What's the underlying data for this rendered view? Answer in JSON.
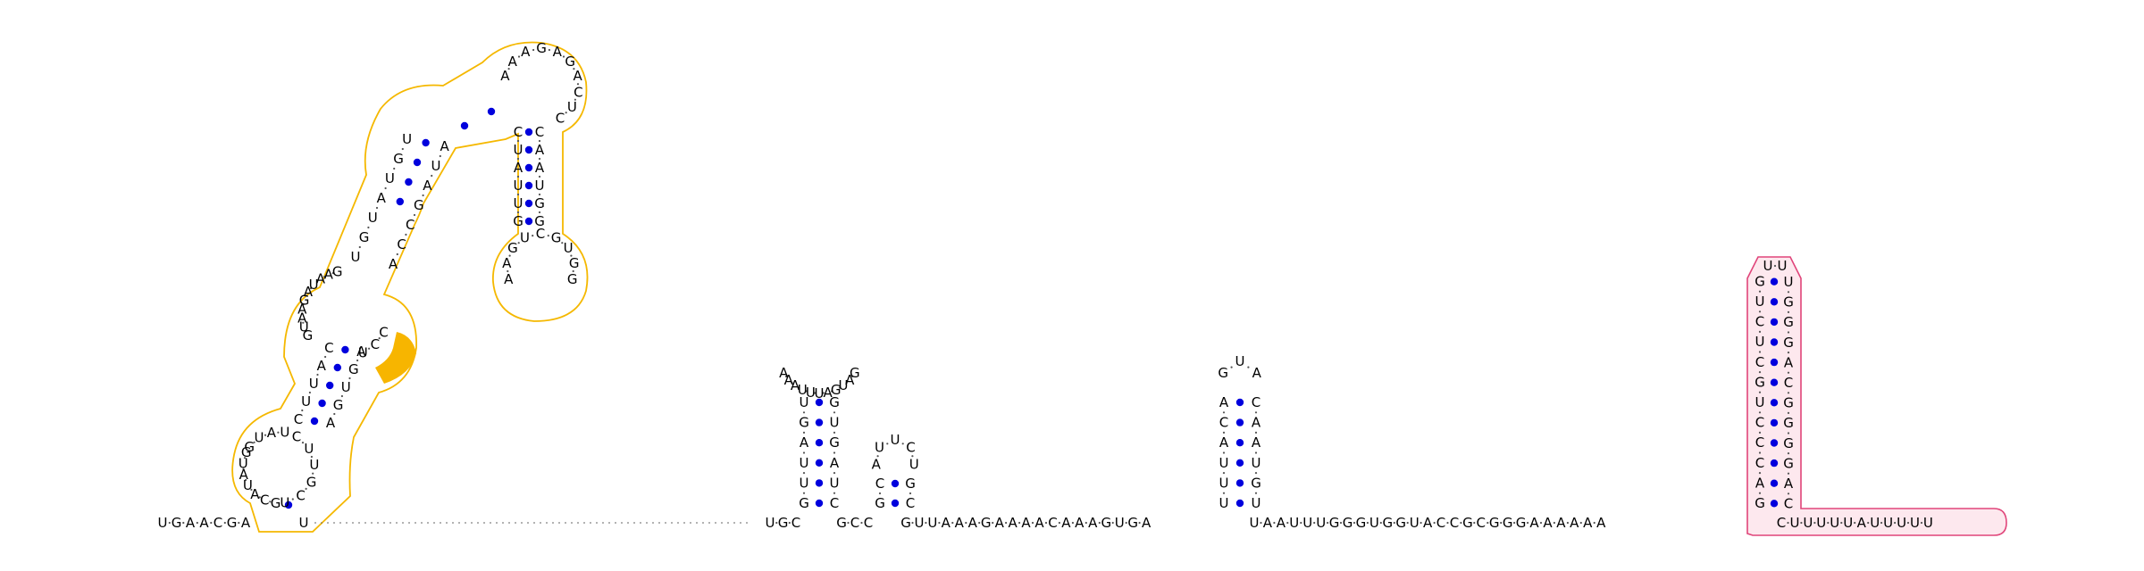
{
  "colors": {
    "highlight_outline": "#f5b800",
    "highlight_fill": "#f7b500",
    "pink_outline": "#e0457a",
    "pink_fill": "#fde8ee",
    "base_pair_dot": "#0000dd",
    "letter": "#000000"
  },
  "baseline": {
    "five_prime": [
      "U",
      "G",
      "A",
      "A",
      "C",
      "G",
      "A"
    ],
    "after_domain1": [
      "U"
    ],
    "before_hairpin1": [
      "U",
      "G",
      "C"
    ],
    "between_hairpins_1_2": [
      "G",
      "C",
      "C"
    ],
    "between_hairpins_2_3": [
      "G",
      "U",
      "U",
      "A",
      "A",
      "A",
      "G",
      "A",
      "A",
      "A",
      "A",
      "C",
      "A",
      "A",
      "A",
      "G",
      "U",
      "G",
      "A"
    ],
    "between_hairpins_3_4": [
      "U",
      "A",
      "A",
      "U",
      "U",
      "U",
      "G",
      "G",
      "G",
      "U",
      "G",
      "G",
      "U",
      "A",
      "C",
      "C",
      "G",
      "C",
      "G",
      "G",
      "G",
      "A",
      "A",
      "A",
      "A",
      "A",
      "A"
    ],
    "three_prime": [
      "C",
      "U",
      "U",
      "U",
      "U",
      "U",
      "A",
      "U",
      "U",
      "U",
      "U",
      "U"
    ]
  },
  "domain1": {
    "hairpin_a": {
      "left": [
        "G",
        "C",
        "A",
        "U",
        "A",
        "U",
        "G"
      ],
      "loop": [
        "G",
        "U",
        "A",
        "U"
      ],
      "right": [
        "C",
        "U",
        "U",
        "G",
        "C",
        "U",
        "A",
        "A",
        "C",
        "U",
        "U",
        "U",
        "G",
        "U",
        "A",
        "U",
        "G"
      ]
    },
    "junction": [
      "G",
      "U",
      "A",
      "A",
      "G",
      "A",
      "U",
      "A",
      "A",
      "G"
    ],
    "stem_b_left": [
      "C",
      "U",
      "U",
      "A",
      "C"
    ],
    "stem_b_right": [
      "A",
      "G",
      "U",
      "G",
      "A"
    ],
    "hairpin_c": {
      "left": [
        "U",
        "G",
        "U",
        "A",
        "U",
        "G",
        "U"
      ],
      "right": [
        "A",
        "C",
        "C",
        "G",
        "A",
        "U",
        "A"
      ]
    },
    "hairpin_d": {
      "stem_left": [
        "C",
        "U",
        "A",
        "U",
        "U",
        "G"
      ],
      "loop": [
        "A",
        "A",
        "G",
        "U",
        "C",
        "G",
        "U",
        "G",
        "G"
      ],
      "stem_right": [
        "C",
        "A",
        "A",
        "U",
        "G",
        "G"
      ],
      "terminal": [
        "A",
        "A",
        "A",
        "G",
        "A",
        "G",
        "A",
        "C",
        "U",
        "C"
      ]
    },
    "highlighted_nucleotides": [
      "C",
      "C",
      "U"
    ]
  },
  "hairpin1": {
    "stem_left": [
      "G",
      "U",
      "U",
      "A",
      "G",
      "U"
    ],
    "loop": [
      "A",
      "A",
      "A",
      "U",
      "U",
      "U",
      "A",
      "G",
      "U",
      "A",
      "G"
    ],
    "stem_right": [
      "G",
      "U",
      "G",
      "A",
      "U",
      "C"
    ]
  },
  "hairpin2": {
    "stem_left": [
      "G",
      "C"
    ],
    "loop": [
      "A",
      "U",
      "U",
      "C",
      "U"
    ],
    "stem_right": [
      "G",
      "C"
    ]
  },
  "hairpin3": {
    "stem_left": [
      "U",
      "U",
      "U",
      "A",
      "C",
      "A"
    ],
    "loop": [
      "G",
      "U",
      "A"
    ],
    "stem_right": [
      "C",
      "A",
      "A",
      "U",
      "G",
      "U"
    ]
  },
  "hairpin4": {
    "stem_left": [
      "G",
      "A",
      "C",
      "C",
      "C",
      "U",
      "G",
      "C",
      "U",
      "C",
      "U",
      "G"
    ],
    "loop": [
      "U",
      "U"
    ],
    "stem_right": [
      "U",
      "G",
      "G",
      "G",
      "A",
      "C",
      "G",
      "G",
      "G",
      "G",
      "A",
      "C"
    ]
  }
}
